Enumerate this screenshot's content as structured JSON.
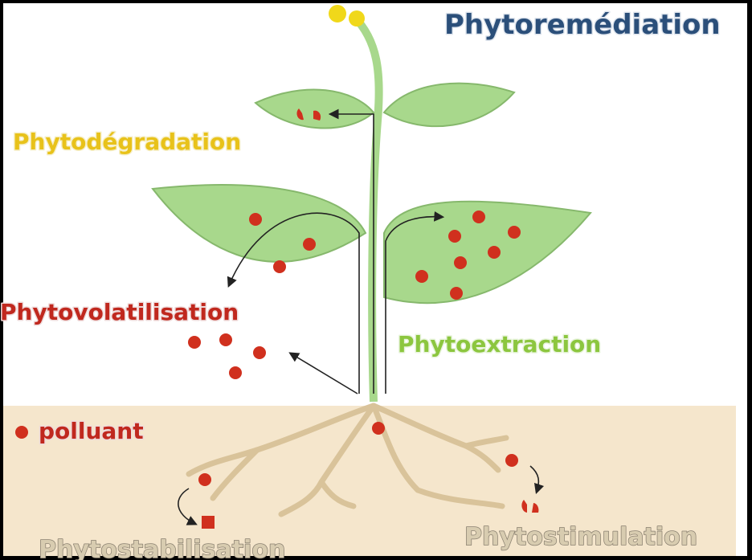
{
  "title": "Phytoremédiation",
  "labels": {
    "phytodegradation": "Phytodégradation",
    "phytovolatilisation": "Phytovolatilisation",
    "phytoextraction": "Phytoextraction",
    "phytostabilisation": "Phytostabilisation",
    "phytostimulation": "Phytostimulation"
  },
  "legend": {
    "polluant": "polluant"
  },
  "colors": {
    "title": "#2b4f7a",
    "phytodegradation": "#e8c21a",
    "phytovolatilisation": "#c0281e",
    "phytoextraction": "#8cc63f",
    "underground": "#d8ccb0",
    "leaf": "#a8d88c",
    "soil": "#f5e6cc",
    "root": "#d9c39a",
    "pollutant": "#d0301e"
  }
}
